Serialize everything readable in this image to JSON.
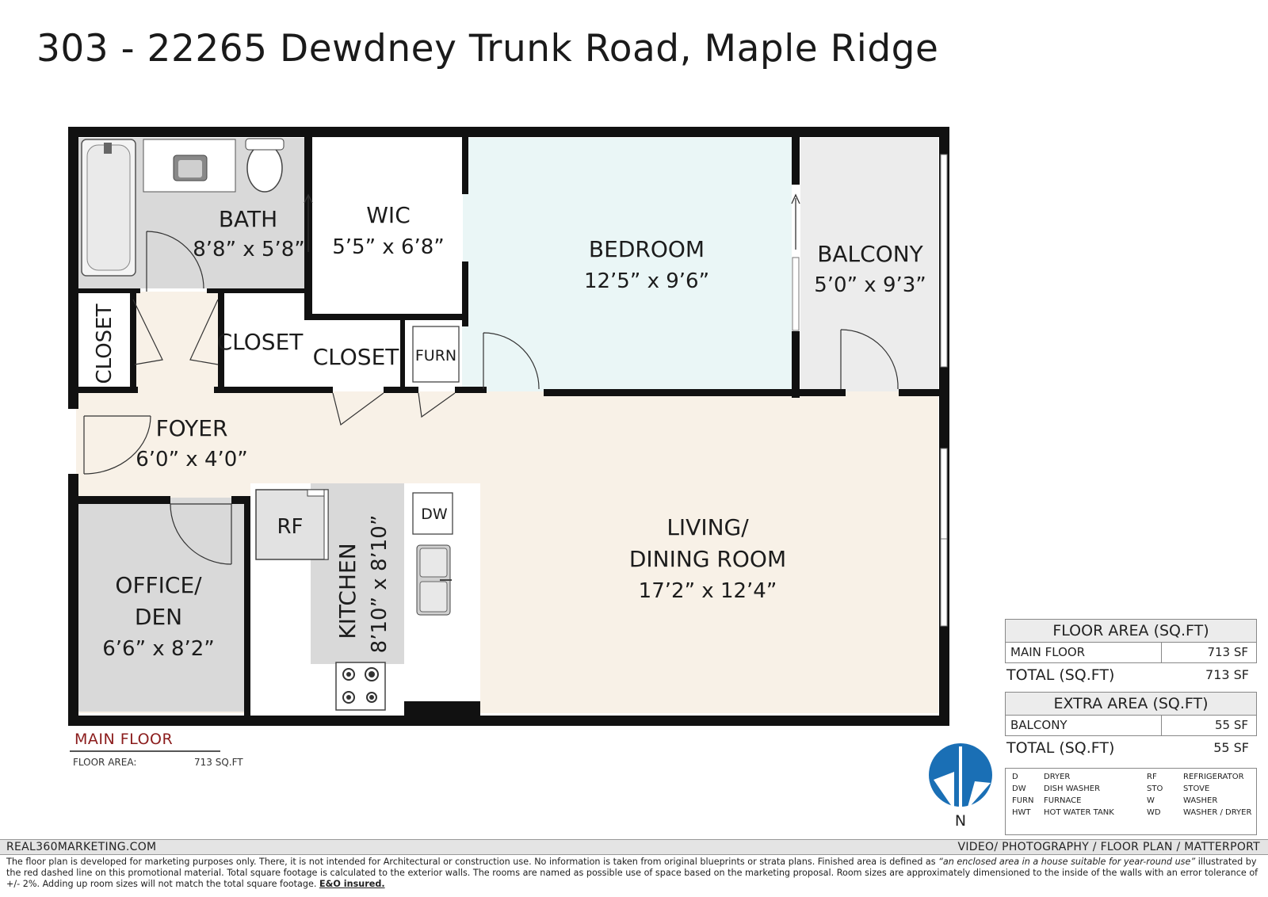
{
  "title": "303 - 22265 Dewdney Trunk Road, Maple Ridge",
  "rooms": {
    "bath": {
      "name": "BATH",
      "size": "8’8” x 5’8”"
    },
    "wic": {
      "name": "WIC",
      "size": "5’5” x 6’8”"
    },
    "bedroom": {
      "name": "BEDROOM",
      "size": "12’5” x 9’6”"
    },
    "balcony": {
      "name": "BALCONY",
      "size": "5’0” x 9’3”"
    },
    "closet1": {
      "name": "CLOSET"
    },
    "closet2": {
      "name": "CLOSET"
    },
    "closet3": {
      "name": "CLOSET"
    },
    "furn": {
      "name": "FURN"
    },
    "foyer": {
      "name": "FOYER",
      "size": "6’0” x 4’0”"
    },
    "rf": {
      "name": "RF"
    },
    "dw": {
      "name": "DW"
    },
    "kitchen": {
      "name": "KITCHEN",
      "size": "8’10” x 8’10”"
    },
    "living": {
      "line1": "LIVING/",
      "line2": "DINING ROOM",
      "size": "17’2” x 12’4”"
    },
    "office": {
      "line1": "OFFICE/",
      "line2": "DEN",
      "size": "6’6” x 8’2”"
    }
  },
  "floor_label": {
    "name": "MAIN FLOOR",
    "area_label": "FLOOR AREA:",
    "area_value": "713 SQ.FT"
  },
  "floor_area_table": {
    "header": "FLOOR AREA (SQ.FT)",
    "rows": [
      {
        "label": "MAIN FLOOR",
        "value": "713 SF"
      }
    ],
    "total_label": "TOTAL (SQ.FT)",
    "total_value": "713 SF"
  },
  "extra_area_table": {
    "header": "EXTRA AREA (SQ.FT)",
    "rows": [
      {
        "label": "BALCONY",
        "value": "55 SF"
      }
    ],
    "total_label": "TOTAL (SQ.FT)",
    "total_value": "55 SF"
  },
  "legend": [
    {
      "abbr": "D",
      "meaning": "DRYER"
    },
    {
      "abbr": "DW",
      "meaning": "DISH WASHER"
    },
    {
      "abbr": "FURN",
      "meaning": "FURNACE"
    },
    {
      "abbr": "HWT",
      "meaning": "HOT WATER TANK"
    },
    {
      "abbr": "RF",
      "meaning": "REFRIGERATOR"
    },
    {
      "abbr": "STO",
      "meaning": "STOVE"
    },
    {
      "abbr": "W",
      "meaning": "WASHER"
    },
    {
      "abbr": "WD",
      "meaning": "WASHER / DRYER"
    }
  ],
  "compass": {
    "letter": "N",
    "color": "#1a6fb5"
  },
  "footer": {
    "left": "REAL360MARKETING.COM",
    "right": "VIDEO/ PHOTOGRAPHY / FLOOR PLAN / MATTERPORT",
    "disclaimer_a": "The floor plan is developed for marketing purposes only. There, it is not intended for Architectural or construction use. No information is  taken from original blueprints or strata plans. Finished area is defined as  ",
    "disclaimer_quote": "“an enclosed area in a house suitable for year-round use”",
    "disclaimer_b": " illustrated by the red dashed line on this promotional material. Total square footage is calculated to the exterior walls. The rooms are named as possible use of space based on the marketing proposal. Room sizes are approximately dimensioned to the inside of the walls with an error tolerance of +/- 2%. Adding up room sizes will not match the total square footage. ",
    "disclaimer_bold": "E&O insured."
  },
  "colors": {
    "wall": "#111111",
    "bedroom_fill": "#eaf6f6",
    "living_fill": "#f8f1e7",
    "grey_fill": "#d9d9d9",
    "balcony_fill": "#ececec",
    "accent_red": "#8b1c1c"
  }
}
